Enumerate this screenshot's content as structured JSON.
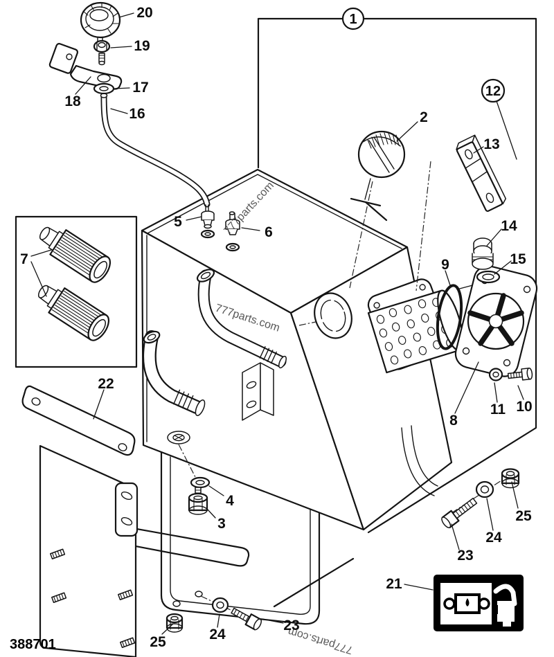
{
  "diagram": {
    "type": "exploded-parts-drawing",
    "subject": "fuel tank assembly",
    "drawing_number": "388701",
    "watermark": "777parts.com",
    "labels": {
      "l1": "1",
      "l2": "2",
      "l3": "3",
      "l4": "4",
      "l5": "5",
      "l6": "6",
      "l7": "7",
      "l8": "8",
      "l9": "9",
      "l10": "10",
      "l11": "11",
      "l12": "12",
      "l13": "13",
      "l14": "14",
      "l15": "15",
      "l16": "16",
      "l17": "17",
      "l18": "18",
      "l19": "19",
      "l20": "20",
      "l21": "21",
      "l22": "22",
      "l23": "23",
      "l24": "24",
      "l25": "25"
    },
    "colors": {
      "line": "#141414",
      "watermark": "#4a4a4a",
      "decal_bg": "#000000"
    }
  }
}
